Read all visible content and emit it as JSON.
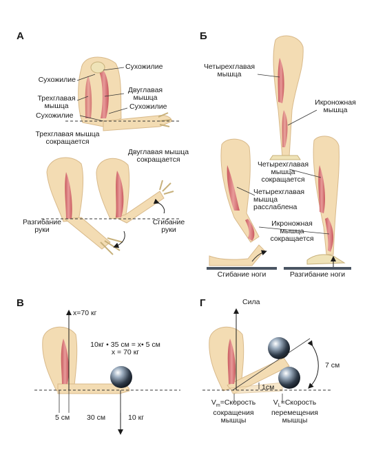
{
  "panels": {
    "a": "А",
    "b": "Б",
    "v": "В",
    "g": "Г"
  },
  "a": {
    "tendon_top_left": "Сухожилие",
    "tendon_top_right": "Сухожилие",
    "triceps": [
      "Трехглавая",
      "мышца"
    ],
    "biceps": [
      "Двуглавая",
      "мышца"
    ],
    "tendon_mid_right": "Сухожилие",
    "tendon_bottom_left": "Сухожилие",
    "triceps_contracts": [
      "Трехглавая мышца",
      "сокращается"
    ],
    "biceps_contracts": [
      "Двуглавая мышца",
      "сокращается"
    ],
    "extension": [
      "Разгибание",
      "руки"
    ],
    "flexion": [
      "Сгибание",
      "руки"
    ]
  },
  "b": {
    "quadriceps": [
      "Четырехглавая",
      "мышца"
    ],
    "gastrocnemius": [
      "Икроножная",
      "мышца"
    ],
    "quad_contracts": [
      "Четырехглавая",
      "мышца",
      "сокращается"
    ],
    "quad_relaxed": [
      "Четырехглавая",
      "мышца",
      "расслаблена"
    ],
    "gastro_contracts": [
      "Икроножная",
      "мышца",
      "сокращается"
    ],
    "leg_flexion": "Сгибание ноги",
    "leg_extension": "Разгибание ноги"
  },
  "v": {
    "force_top": "x=70 кг",
    "equation_1": "10кг • 35 см = x• 5 см",
    "equation_2": "x = 70 кг",
    "dist_5": "5 см",
    "dist_30": "30 см",
    "weight": "10 кг"
  },
  "g": {
    "force": "Сила",
    "dist_7": "7 см",
    "dist_1": "1см",
    "vm_sub": "m",
    "vm_text": [
      "=Скорость",
      "сокращения",
      "мышцы"
    ],
    "vl_sub": "L",
    "vl_text": [
      "=Скорость",
      "перемещения",
      "мышцы"
    ]
  },
  "colors": {
    "skin": "#f3dcb3",
    "skin_edge": "#d8b98a",
    "bone": "#efe3b8",
    "muscle": "#d9787a",
    "muscle_dark": "#b84c55",
    "bar": "#4a5563",
    "ball": "#2f3b49"
  }
}
